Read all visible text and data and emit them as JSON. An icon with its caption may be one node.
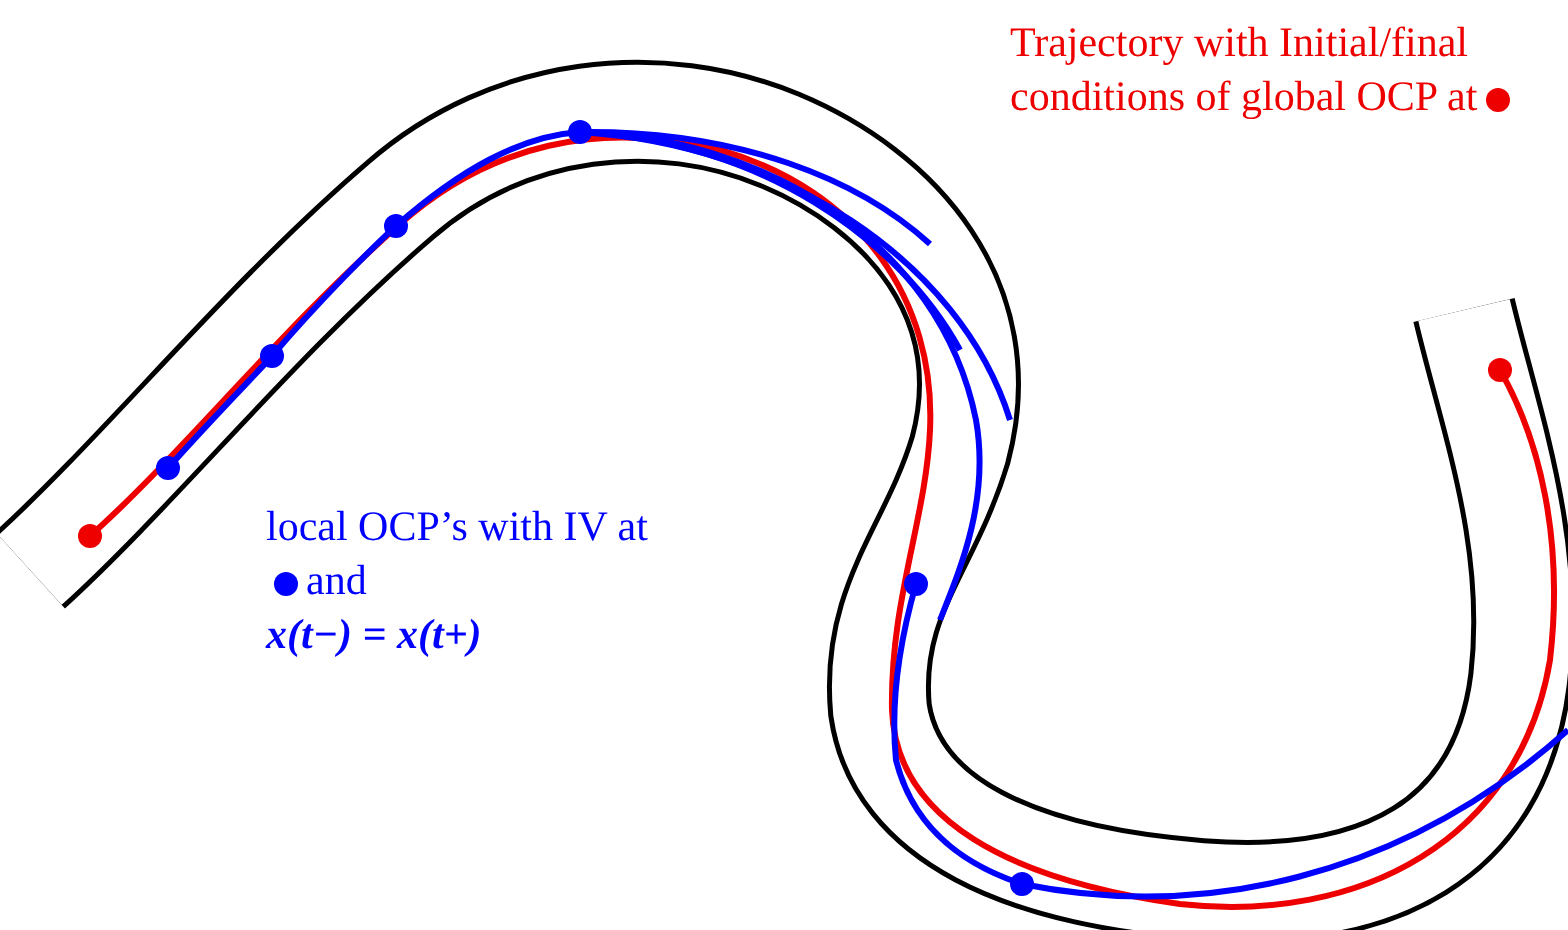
{
  "diagram": {
    "labels": [
      "Trajectory with Initial/final conditions of global OCP at",
      "local OCP’s with IV at",
      "and",
      "x(t−) = x(t+)"
    ]
  }
}
